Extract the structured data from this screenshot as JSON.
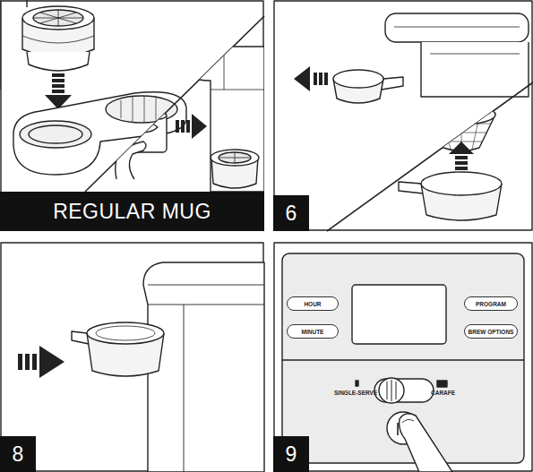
{
  "diagram": {
    "nodes": [
      {
        "text": [
          "REGULAR MUG"
        ]
      },
      {
        "text": [
          "6"
        ]
      },
      {
        "text": [
          "8"
        ]
      },
      {
        "text": [
          "9"
        ]
      },
      {
        "text": [
          "HOUR"
        ]
      },
      {
        "text": [
          "PROGRAM"
        ]
      },
      {
        "text": [
          "MINUTE"
        ]
      },
      {
        "text": [
          "BREW OPTIONS"
        ]
      }
    ],
    "labels": [
      "SINGLE-SERVE",
      "CARAFE"
    ]
  }
}
